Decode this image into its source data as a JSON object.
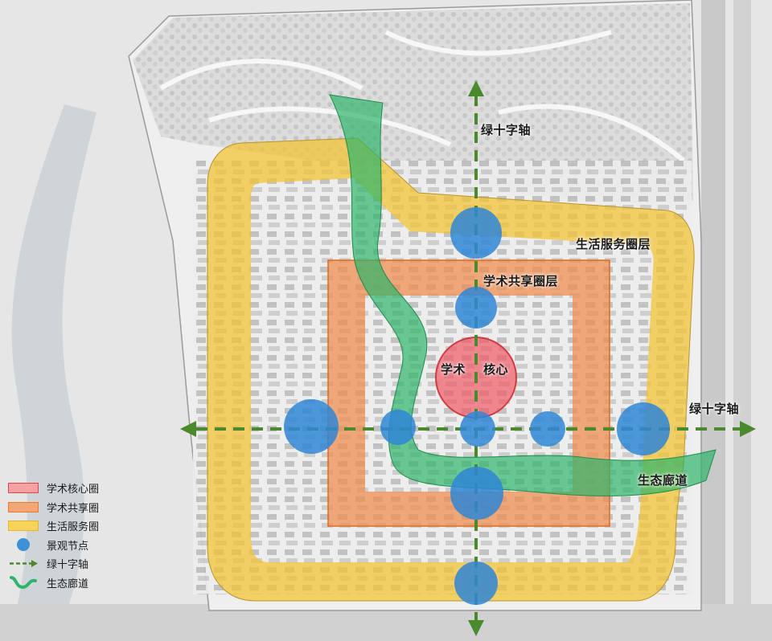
{
  "labels": {
    "green_axis_north": "绿十字轴",
    "green_axis_east": "绿十字轴",
    "life_service_ring": "生活服务圈层",
    "academic_share_ring": "学术共享圈层",
    "academic_core_left": "学术",
    "academic_core_right": "核心",
    "eco_corridor": "生态廊道"
  },
  "legend": [
    {
      "key": "core",
      "label": "学术核心圈",
      "icon": "red-rect-swatch"
    },
    {
      "key": "share",
      "label": "学术共享圈",
      "icon": "orange-rect-swatch"
    },
    {
      "key": "life",
      "label": "生活服务圈",
      "icon": "yellow-rect-swatch"
    },
    {
      "key": "node",
      "label": "景观节点",
      "icon": "blue-dot"
    },
    {
      "key": "axis",
      "label": "绿十字轴",
      "icon": "green-dashed-arrow"
    },
    {
      "key": "corridor",
      "label": "生态廊道",
      "icon": "green-wave"
    }
  ],
  "colors": {
    "core_fill": "#ef5a64",
    "share_fill": "#f08a4b",
    "life_fill": "#f4c430",
    "node_fill": "#2f86d6",
    "axis": "#4a8a2c",
    "corridor": "#2db56a"
  }
}
